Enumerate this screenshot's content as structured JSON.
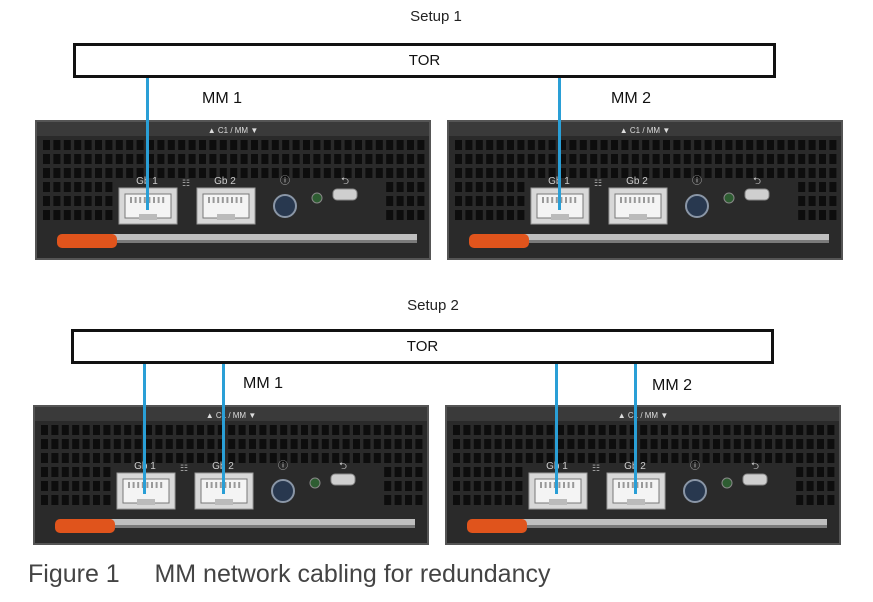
{
  "setup1": {
    "title": "Setup 1",
    "tor_label": "TOR",
    "mm1_label": "MM 1",
    "mm2_label": "MM 2"
  },
  "setup2": {
    "title": "Setup 2",
    "tor_label": "TOR",
    "mm1_label": "MM 1",
    "mm2_label": "MM 2"
  },
  "module": {
    "slot_label": "C1 / MM",
    "port1_label": "Gb 1",
    "port2_label": "Gb 2"
  },
  "caption": {
    "figure_number": "Figure 1",
    "text": "MM network cabling for redundancy"
  },
  "colors": {
    "cable": "#2a9fd6",
    "release_tab": "#e0541c",
    "module_body": "#2a2a2a"
  }
}
